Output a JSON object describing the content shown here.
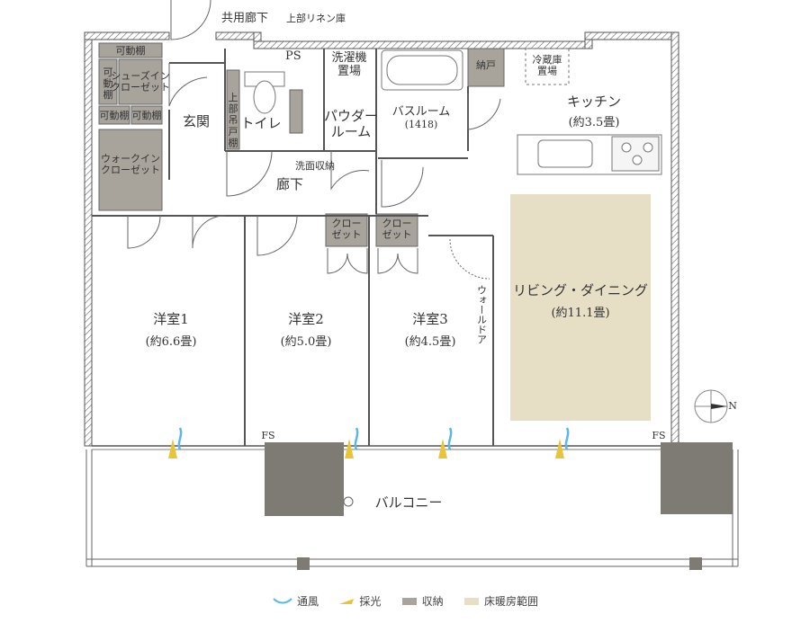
{
  "labels": {
    "common_corridor": "共用廊下",
    "upper_linen": "上部リネン庫",
    "ps": "PS",
    "washer": "洗濯機\n置場",
    "bathroom": "バスルーム",
    "bathroom_size": "(1418)",
    "nando": "納戸",
    "fridge": "冷蔵庫\n置場",
    "kitchen": "キッチン",
    "kitchen_size": "(約3.5畳)",
    "adjustable_shelf_1": "可動棚",
    "adjustable_shelf_2": "可\n動\n棚",
    "shoes_in_closet": "シューズイン\nクローゼット",
    "adjustable_shelf_3": "可動棚",
    "adjustable_shelf_4": "可動棚",
    "entrance": "玄関",
    "upper_cabinet": "上\n部\n吊\n戸\n棚",
    "toilet": "トイレ",
    "powder_room": "パウダー\nルーム",
    "vanity_storage": "洗面収納",
    "walk_in_closet": "ウォークイン\nクローゼット",
    "corridor": "廊下",
    "closet_1": "クロー\nゼット",
    "closet_2": "クロー\nゼット",
    "living_dining": "リビング・ダイニング",
    "living_dining_size": "(約11.1畳)",
    "room1": "洋室1",
    "room1_size": "(約6.6畳)",
    "room2": "洋室2",
    "room2_size": "(約5.0畳)",
    "room3": "洋室3",
    "room3_size": "(約4.5畳)",
    "wall_door": "ウォールドア",
    "fs_left": "FS",
    "fs_right": "FS",
    "balcony": "バルコニー",
    "north": "N"
  },
  "legend": [
    {
      "name": "ventilation",
      "label": "通風",
      "color": "#5bb8e6"
    },
    {
      "name": "daylight",
      "label": "採光",
      "color": "#e8c43a"
    },
    {
      "name": "storage",
      "label": "収納",
      "color": "#a8a49c"
    },
    {
      "name": "floor-heating",
      "label": "床暖房範囲",
      "color": "#e6dfc6"
    }
  ],
  "colors": {
    "wall": "#555555",
    "storage": "#a8a49c",
    "floor_heating": "#e6dfc6",
    "pillar": "#7d7b74",
    "ventilation": "#5bb8e6",
    "daylight": "#e8c43a"
  }
}
